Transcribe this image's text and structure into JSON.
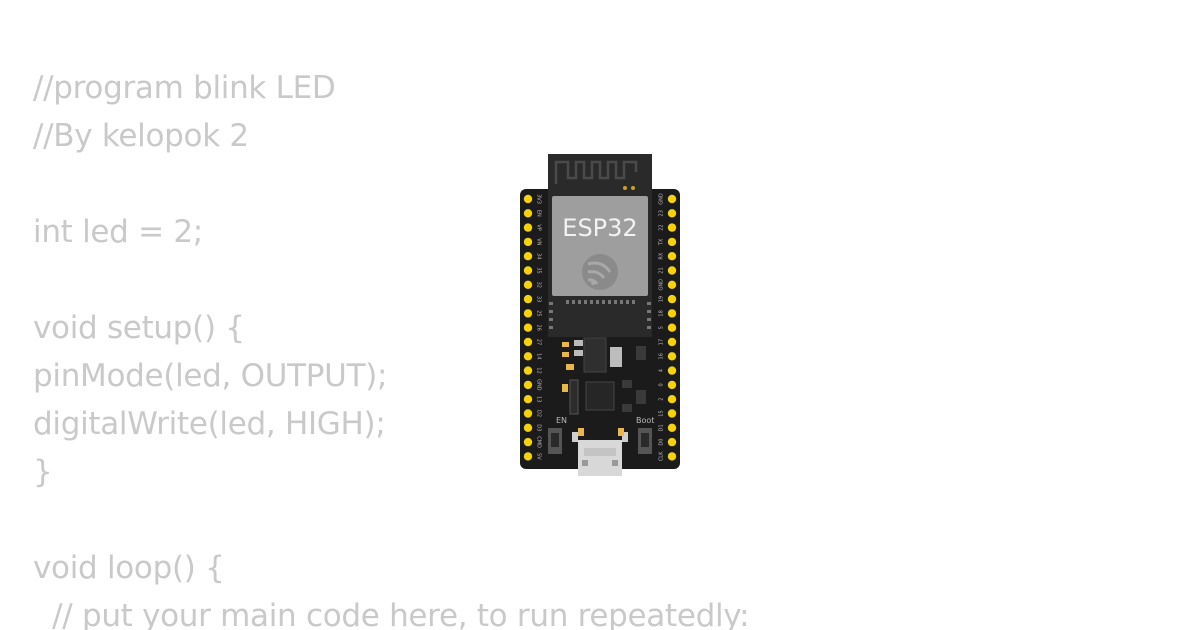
{
  "code": {
    "lines": [
      "//program blink LED",
      "//By kelopok 2",
      "",
      "int led = 2;",
      "",
      "void setup() {",
      "pinMode(led, OUTPUT);",
      "digitalWrite(led, HIGH);",
      "}",
      "",
      "void loop() {",
      "  // put your main code here, to run repeatedly:"
    ]
  },
  "board": {
    "chip_label": "ESP32",
    "logo_icon": "espressif-logo-icon",
    "left_pins": [
      "3V3",
      "EN",
      "VP",
      "VN",
      "34",
      "35",
      "32",
      "33",
      "25",
      "26",
      "27",
      "14",
      "12",
      "GND",
      "13",
      "D2",
      "D3",
      "CMD",
      "5V"
    ],
    "right_pins": [
      "GND",
      "23",
      "22",
      "TX",
      "RX",
      "21",
      "GND",
      "19",
      "18",
      "5",
      "17",
      "16",
      "4",
      "0",
      "2",
      "15",
      "D1",
      "D0",
      "CLK"
    ],
    "en_label": "EN",
    "boot_label": "Boot",
    "colors": {
      "pcb": "#1b1b1b",
      "module": "#2a2a2a",
      "shield": "#9e9e9e",
      "pin": "#f5d20a",
      "usb": "#d8d8d8"
    }
  }
}
